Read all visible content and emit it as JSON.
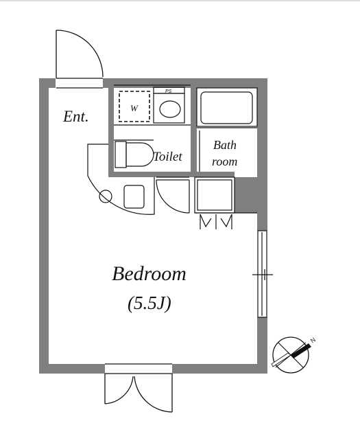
{
  "rooms": {
    "entrance": "Ent.",
    "washer": "W",
    "pipe_space": "PS",
    "toilet": "Toilet",
    "bath_line1": "Bath",
    "bath_line2": "room",
    "bedroom": "Bedroom",
    "bedroom_size": "(5.5J)"
  },
  "compass": {
    "label": "N"
  },
  "colors": {
    "wall": "#7f7f7f",
    "line": "#111111",
    "background": "#ffffff"
  }
}
